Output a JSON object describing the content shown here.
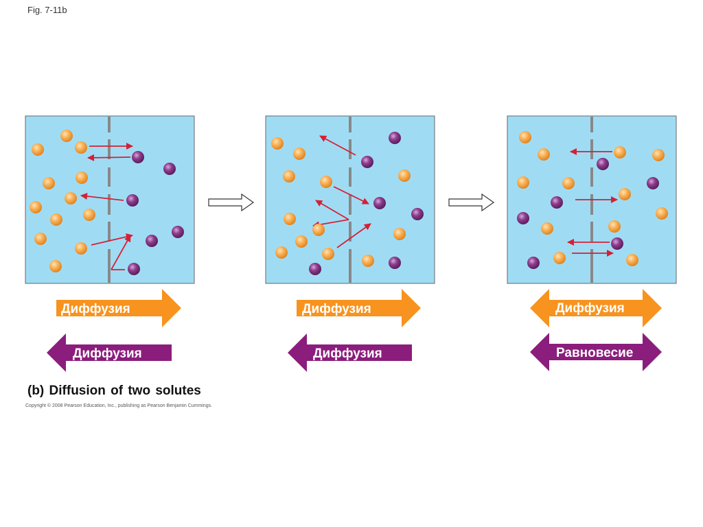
{
  "figure_label": "Fig. 7-11b",
  "caption": "(b) Diffusion of two solutes",
  "copyright": "Copyright © 2008 Pearson Education, Inc., publishing as Pearson Benjamin Cummings.",
  "colors": {
    "solution": "#9fdcf4",
    "membrane": "#888888",
    "solute_orange": "#f7a740",
    "solute_purple": "#7a2c7c",
    "motion_arrow": "#d61f35",
    "orange_label_arrow": "#f7931e",
    "purple_label_arrow": "#8b1d7c"
  },
  "panels": [
    {
      "orange_label": "Диффузия",
      "orange_label_direction": "right",
      "purple_label": "Диффузия",
      "purple_label_direction": "left"
    },
    {
      "orange_label": "Диффузия",
      "orange_label_direction": "right",
      "purple_label": "Диффузия",
      "purple_label_direction": "left"
    },
    {
      "orange_label": "Диффузия",
      "orange_label_direction": "both",
      "purple_label": "Равновесие",
      "purple_label_direction": "both"
    }
  ]
}
